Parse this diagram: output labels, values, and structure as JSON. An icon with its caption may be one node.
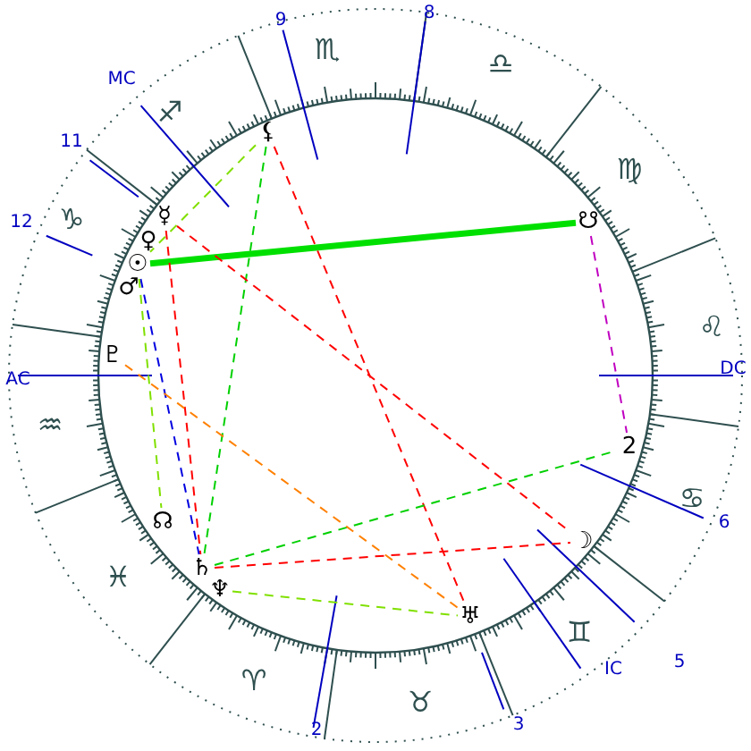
{
  "diagram": {
    "nodes": [
      {
        "text": [
          "⚸"
        ]
      },
      {
        "text": [
          "☿"
        ]
      },
      {
        "text": [
          "♀"
        ]
      },
      {
        "text": [
          "☉"
        ]
      },
      {
        "text": [
          "♂"
        ]
      },
      {
        "text": [
          "♇"
        ]
      },
      {
        "text": [
          "☊"
        ]
      },
      {
        "text": [
          "♄"
        ]
      },
      {
        "text": [
          "♆"
        ]
      },
      {
        "text": [
          "♅"
        ]
      },
      {
        "text": [
          "☽"
        ]
      },
      {
        "text": [
          "2"
        ]
      },
      {
        "text": [
          "☋"
        ]
      }
    ],
    "edges": [
      {
        "from": 3,
        "to": 12,
        "arrow": "none",
        "style": "thick",
        "color": "#00e000"
      },
      {
        "from": 0,
        "to": 3,
        "arrow": "none",
        "style": "dashed",
        "color": "#80e000"
      },
      {
        "from": 0,
        "to": 7,
        "arrow": "none",
        "style": "dashed",
        "color": "#00d000"
      },
      {
        "from": 0,
        "to": 9,
        "arrow": "none",
        "style": "dashed",
        "color": "#ff0000"
      },
      {
        "from": 1,
        "to": 10,
        "arrow": "none",
        "style": "dashed",
        "color": "#ff0000"
      },
      {
        "from": 1,
        "to": 7,
        "arrow": "none",
        "style": "dashed",
        "color": "#ff0000"
      },
      {
        "from": 3,
        "to": 7,
        "arrow": "none",
        "style": "dashed",
        "color": "#0000e0"
      },
      {
        "from": 3,
        "to": 6,
        "arrow": "none",
        "style": "dashed",
        "color": "#80e000"
      },
      {
        "from": 7,
        "to": 10,
        "arrow": "none",
        "style": "dashed",
        "color": "#ff0000"
      },
      {
        "from": 7,
        "to": 11,
        "arrow": "none",
        "style": "dashed",
        "color": "#00d000"
      },
      {
        "from": 8,
        "to": 9,
        "arrow": "none",
        "style": "dashed",
        "color": "#80e000"
      },
      {
        "from": 12,
        "to": 11,
        "arrow": "none",
        "style": "dashed",
        "color": "#c000c0"
      },
      {
        "from": 5,
        "to": 9,
        "arrow": "none",
        "style": "dashed",
        "color": "#ff8000"
      }
    ],
    "labels": [
      "9",
      "8",
      "♏",
      "MC",
      "♎",
      "♐",
      "11",
      "♍",
      "12",
      "♑",
      "♌",
      "AC",
      "DC",
      "♒",
      "♋",
      "6",
      "♓",
      "5",
      "♈",
      "IC",
      "♊",
      "♉",
      "2",
      "3"
    ]
  }
}
